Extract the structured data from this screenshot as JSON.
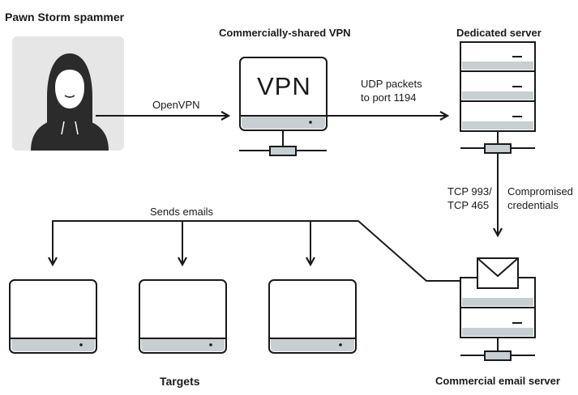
{
  "nodes": {
    "spammer": {
      "label": "Pawn Storm spammer"
    },
    "vpn": {
      "label": "Commercially-shared VPN",
      "screen_text": "VPN"
    },
    "dedicated": {
      "label": "Dedicated server"
    },
    "email_server": {
      "label": "Commercial email server"
    },
    "targets": {
      "label": "Targets"
    }
  },
  "edges": {
    "spammer_to_vpn": {
      "label": "OpenVPN"
    },
    "vpn_to_dedicated": {
      "label_line1": "UDP packets",
      "label_line2": "to port 1194"
    },
    "dedicated_to_email": {
      "left_line1": "TCP 993/",
      "left_line2": "TCP 465",
      "right_line1": "Compromised",
      "right_line2": "credentials"
    },
    "email_to_targets": {
      "label": "Sends emails"
    }
  },
  "colors": {
    "stroke": "#1a1a1a",
    "panel": "#e6e6e6",
    "gray": "#c8cfd3",
    "avatar": "#2b2b2b"
  }
}
